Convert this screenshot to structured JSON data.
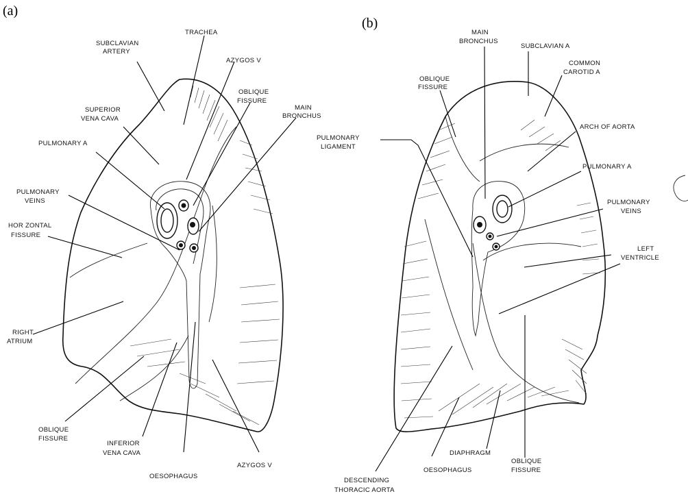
{
  "panels": {
    "a": {
      "marker": "(a)",
      "labels": {
        "subclavian_artery": [
          "SUBCLAVIAN",
          "ARTERY"
        ],
        "trachea": [
          "TRACHEA"
        ],
        "azygos_v_top": [
          "AZYGOS V"
        ],
        "oblique_fissure": [
          "OBLIQUE",
          "FISSURE"
        ],
        "main_bronchus": [
          "MAIN",
          "BRONCHUS"
        ],
        "superior_vena_cava": [
          "SUPERIOR",
          "VENA CAVA"
        ],
        "pulmonary_a": [
          "PULMONARY A"
        ],
        "pulmonary_veins": [
          "PULMONARY",
          "VEINS"
        ],
        "horizontal_fissure": [
          "HOR ZONTAL",
          "FISSURE"
        ],
        "right_atrium": [
          "RIGHT",
          "ATRIUM"
        ],
        "oblique_fissure_bottom": [
          "OBLIQUE",
          "FISSURE"
        ],
        "inferior_vena_cava": [
          "INFERIOR",
          "VENA CAVA"
        ],
        "oesophagus": [
          "OESOPHAGUS"
        ],
        "azygos_v_bottom": [
          "AZYGOS V"
        ]
      }
    },
    "b": {
      "marker": "(b)",
      "labels": {
        "main_bronchus": [
          "MAIN",
          "BRONCHUS"
        ],
        "subclavian_a": [
          "SUBCLAVIAN A"
        ],
        "common_carotid_a": [
          "COMMON",
          "CAROTID A"
        ],
        "oblique_fissure_top": [
          "OBLIQUE",
          "FISSURE"
        ],
        "pulmonary_ligament": [
          "PULMONARY",
          "LIGAMENT"
        ],
        "arch_of_aorta": [
          "ARCH OF AORTA"
        ],
        "pulmonary_a": [
          "PULMONARY A"
        ],
        "pulmonary_veins": [
          "PULMONARY",
          "VEINS"
        ],
        "left_ventricle": [
          "LEFT",
          "VENTRICLE"
        ],
        "diaphragm": [
          "DIAPHRAGM"
        ],
        "oblique_fissure_bottom": [
          "OBLIQUE",
          "FISSURE"
        ],
        "oesophagus": [
          "OESOPHAGUS"
        ],
        "descending_thoracic_aorta": [
          "DESCENDING",
          "THORACIC AORTA"
        ]
      }
    }
  }
}
